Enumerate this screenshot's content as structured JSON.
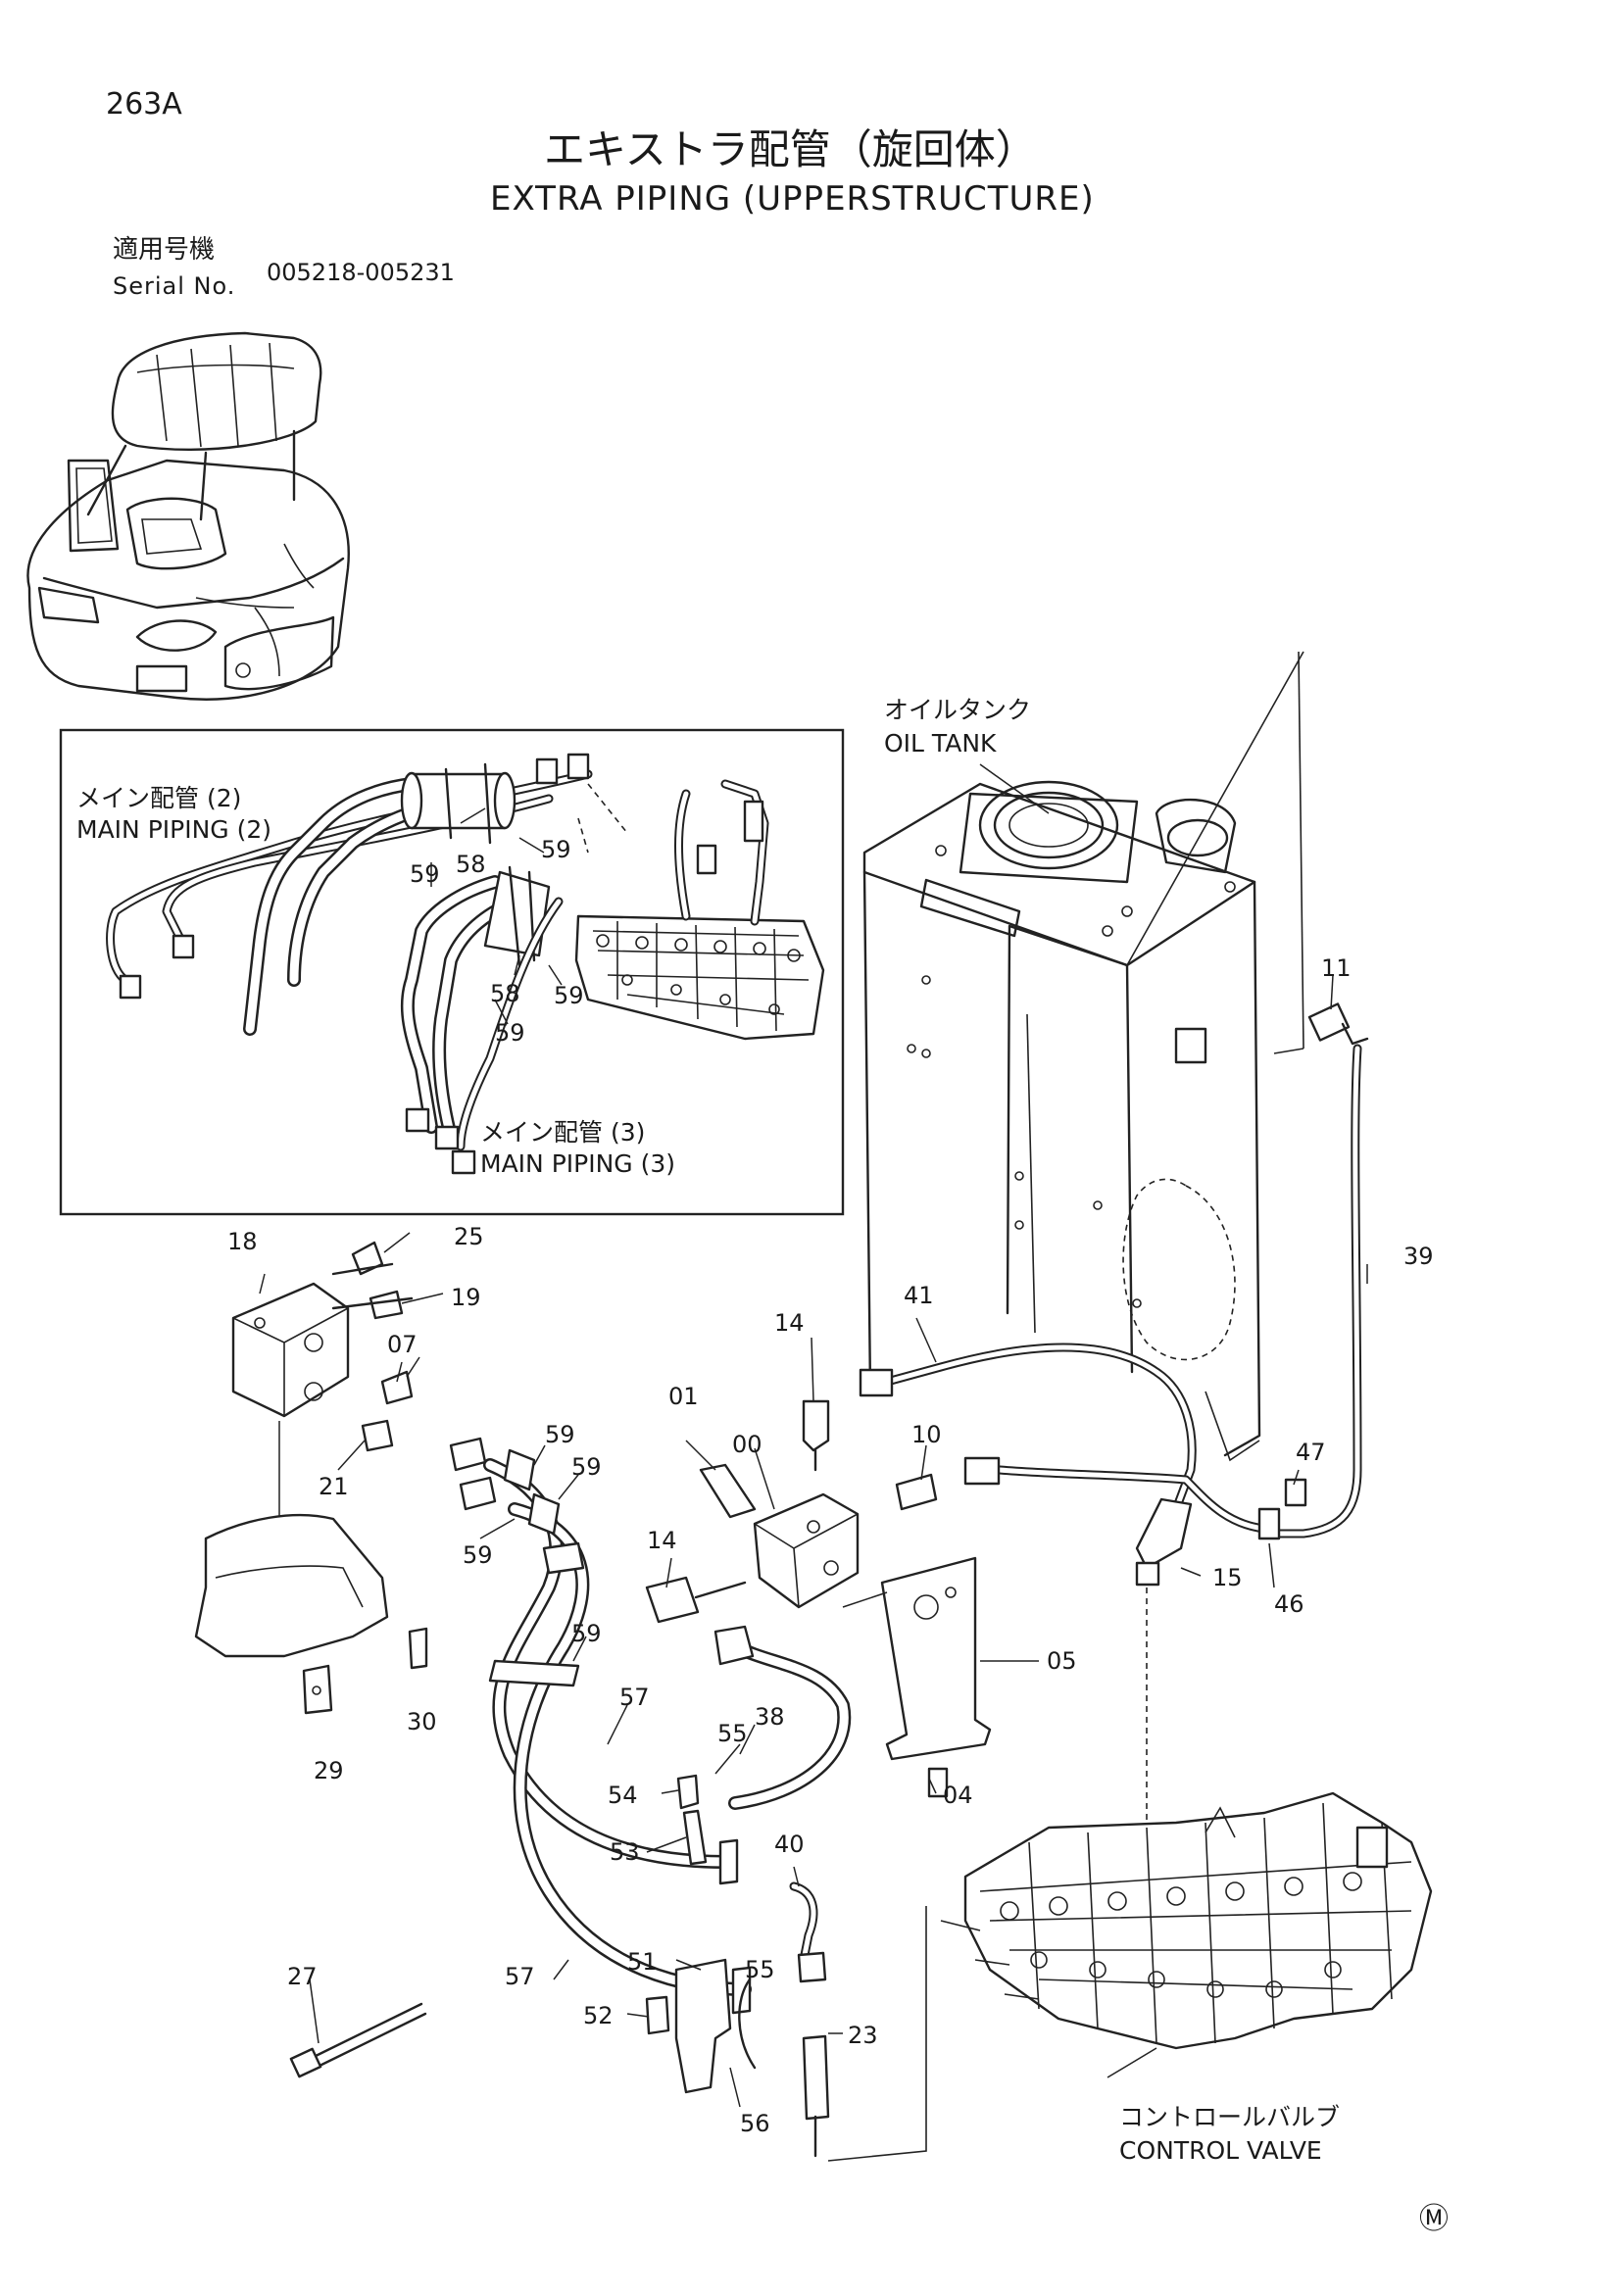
{
  "header": {
    "page_code": "263A",
    "title_jp": "エキストラ配管（旋回体）",
    "title_en": "EXTRA PIPING (UPPERSTRUCTURE)"
  },
  "serial": {
    "label_jp": "適用号機",
    "label_en": "Serial No.",
    "range": "005218-005231"
  },
  "labels": {
    "oil_tank_jp": "オイルタンク",
    "oil_tank_en": "OIL TANK",
    "main_piping_2_jp": "メイン配管 (2)",
    "main_piping_2_en": "MAIN PIPING (2)",
    "main_piping_3_jp": "メイン配管 (3)",
    "main_piping_3_en": "MAIN PIPING (3)",
    "control_valve_jp": "コントロールバルブ",
    "control_valve_en": "CONTROL VALVE",
    "mark": "Ⓜ"
  },
  "part_numbers": {
    "p00": "00",
    "p01": "01",
    "p04": "04",
    "p05": "05",
    "p07": "07",
    "p10": "10",
    "p11": "11",
    "p14a": "14",
    "p14b": "14",
    "p15": "15",
    "p18": "18",
    "p19": "19",
    "p21": "21",
    "p23": "23",
    "p25": "25",
    "p27": "27",
    "p29": "29",
    "p30": "30",
    "p38": "38",
    "p39": "39",
    "p40": "40",
    "p41": "41",
    "p46": "46",
    "p47": "47",
    "p51": "51",
    "p52": "52",
    "p53": "53",
    "p54": "54",
    "p55a": "55",
    "p55b": "55",
    "p56": "56",
    "p57a": "57",
    "p57b": "57",
    "p58a": "58",
    "p58b": "58",
    "p59a": "59",
    "p59b": "59",
    "p59c": "59",
    "p59d": "59",
    "p59e": "59",
    "p59f": "59",
    "p59g": "59",
    "p59h": "59"
  }
}
